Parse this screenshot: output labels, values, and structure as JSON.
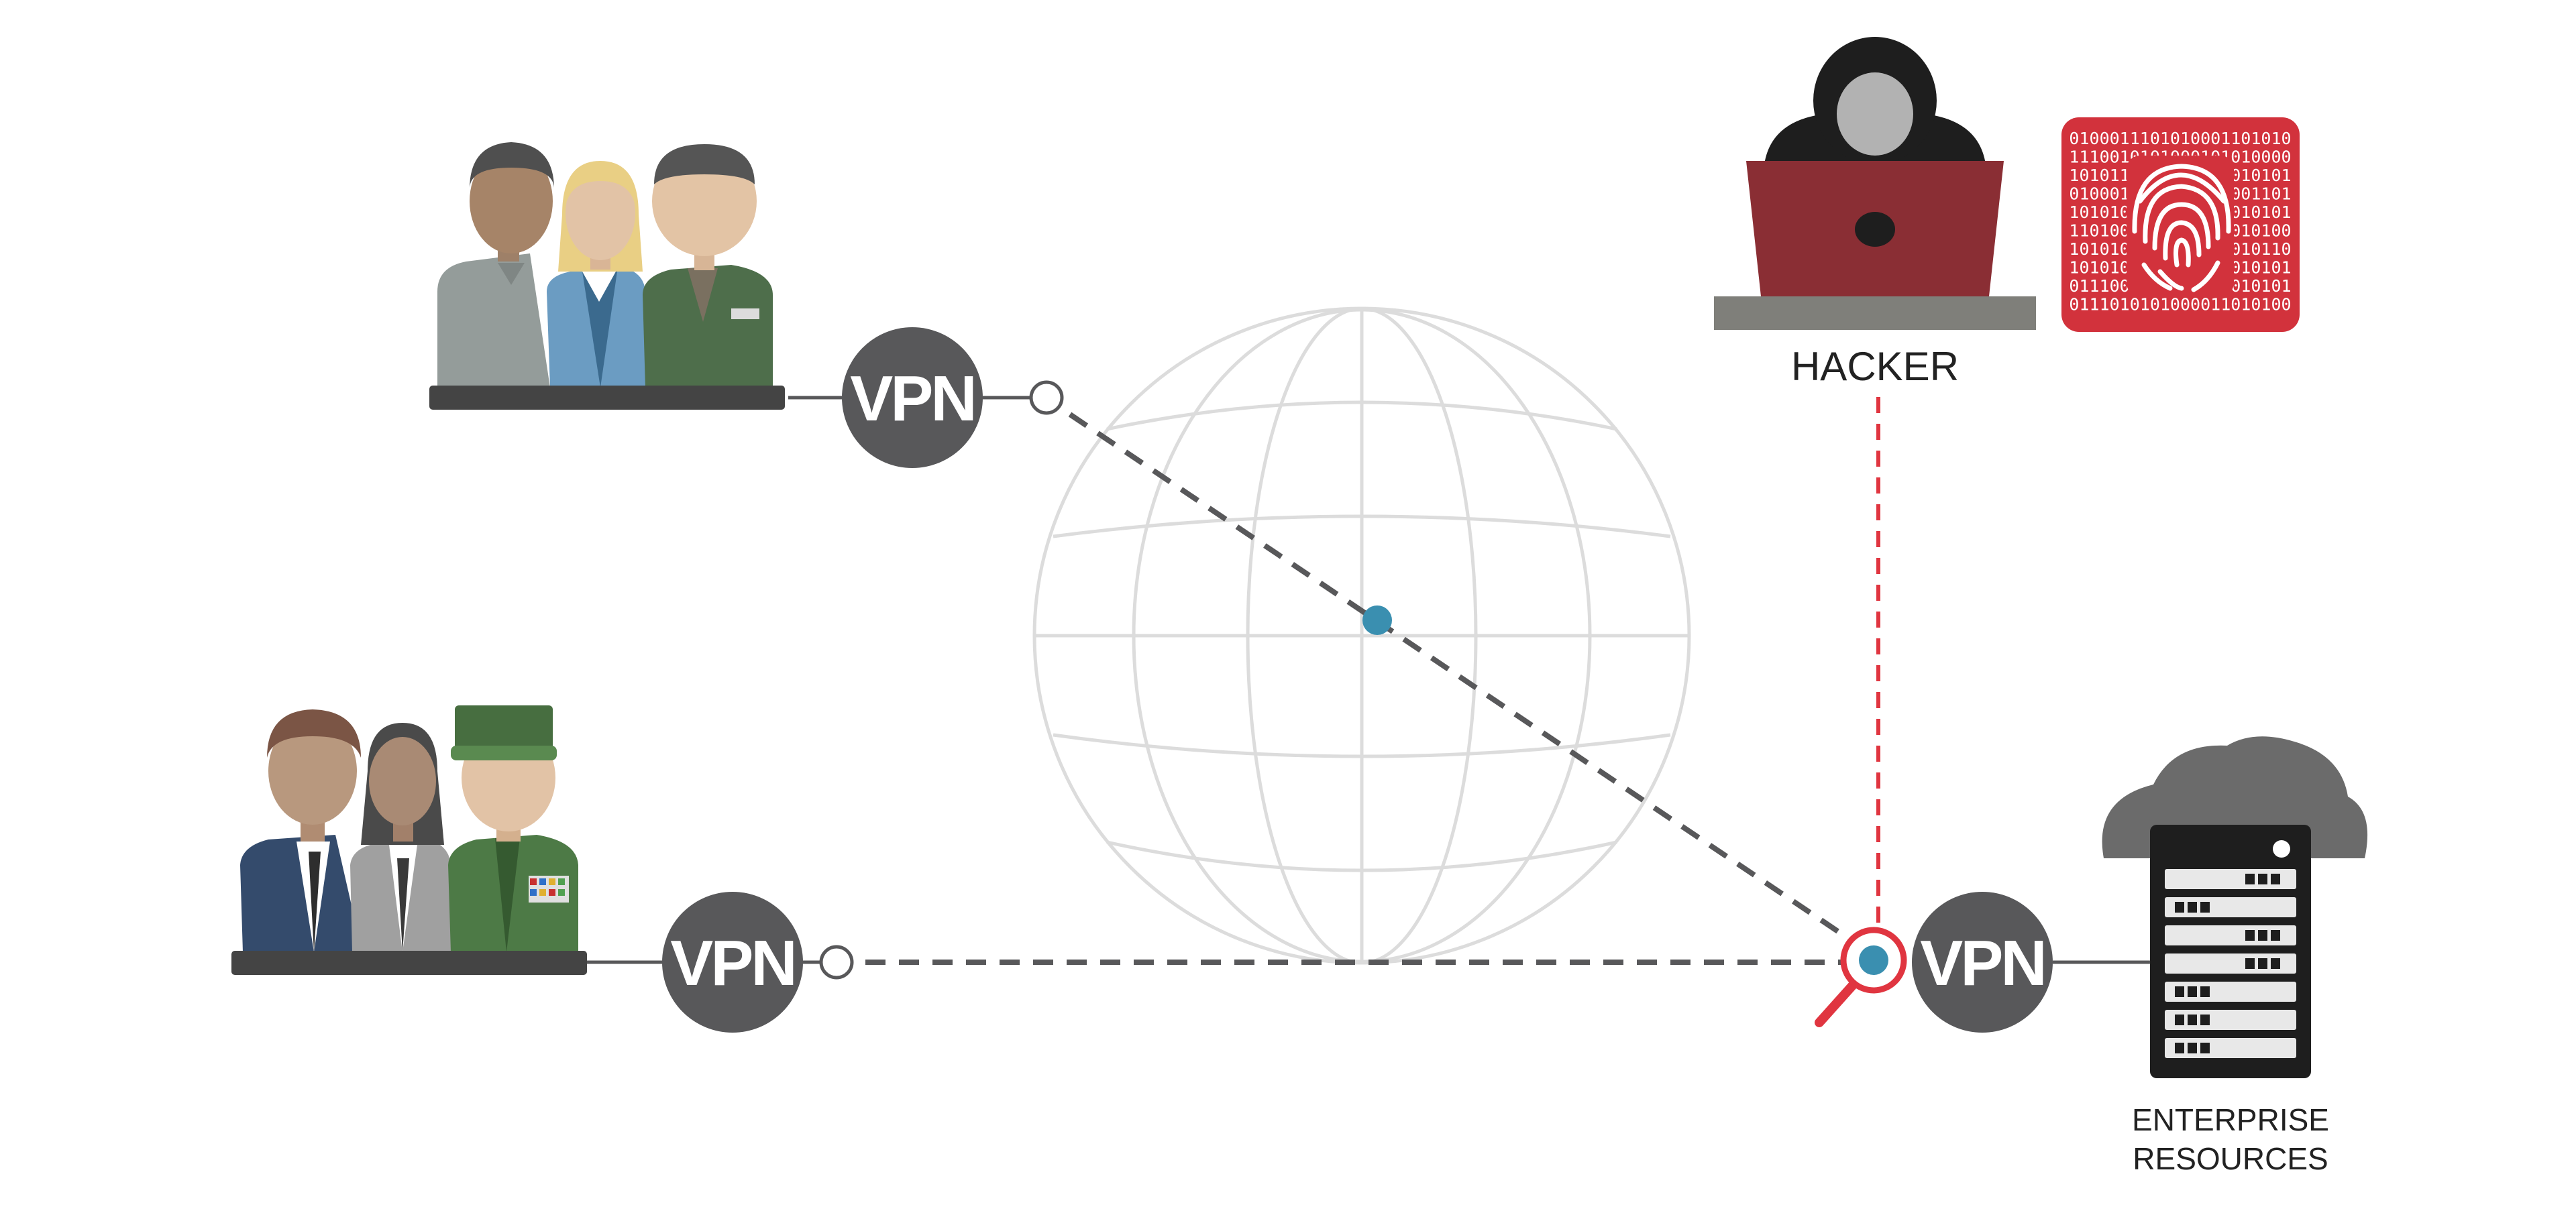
{
  "labels": {
    "vpn": "VPN",
    "hacker": "HACKER",
    "enterprise_line1": "ENTERPRISE",
    "enterprise_line2": "RESOURCES"
  },
  "binary_lines": [
    "0100011101010001101010",
    "1110010101000101010000",
    "1010111010001010010101",
    "0100011011000101001101",
    "1010101010010100010101",
    "1101001101010101010100",
    "1010101100110101010110",
    "1010101011001011010101",
    "0111001010100101010101",
    "0111010101000011010100"
  ],
  "colors": {
    "vpn_circle": "#58585a",
    "connection": "#58585a",
    "intercept_line": "#e03540",
    "node_blue": "#3a8fb0",
    "globe": "#dcdcdc",
    "fingerprint_card": "#d2323c",
    "laptop": "#8a2e34"
  },
  "icons": {
    "user_group_top": "user-group-icon",
    "user_group_bottom": "user-group-icon",
    "hacker": "hacker-laptop-icon",
    "fingerprint": "fingerprint-icon",
    "globe": "globe-icon",
    "magnifier": "magnifier-icon",
    "server": "server-cloud-icon"
  }
}
